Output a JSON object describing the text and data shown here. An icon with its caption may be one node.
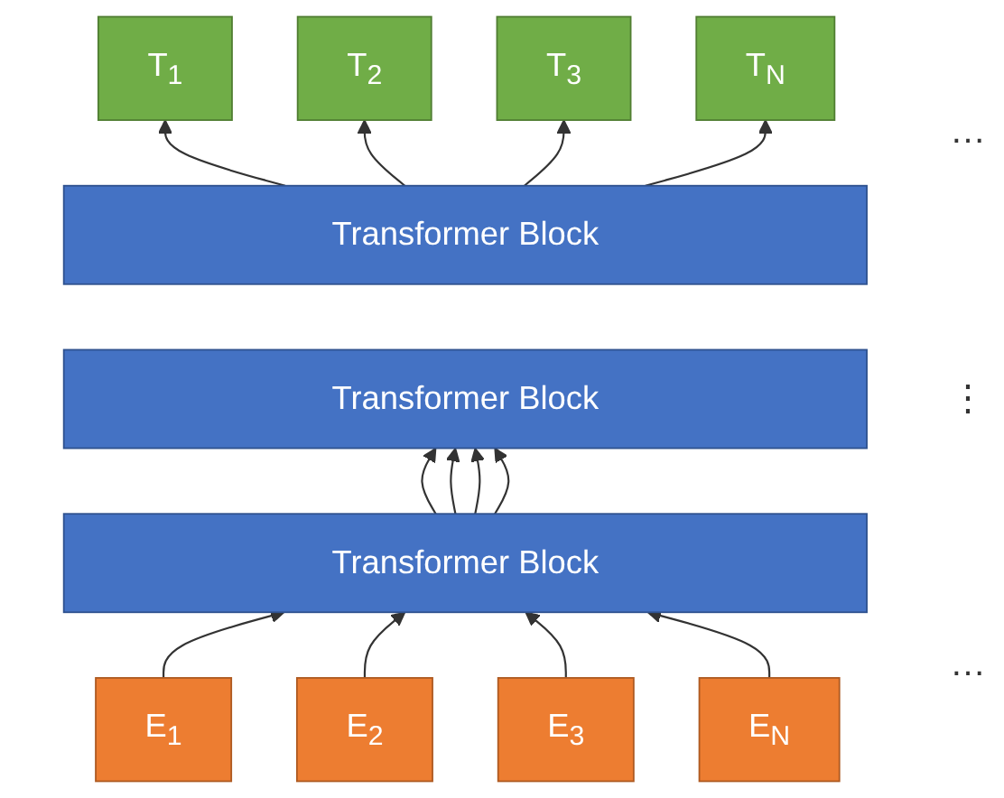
{
  "diagram": {
    "nodes": [
      {
        "text": [
          "T$_{1}$"
        ]
      },
      {
        "text": [
          "T$_{2}$"
        ]
      },
      {
        "text": [
          "T$_{3}$"
        ]
      },
      {
        "text": [
          "T$_{N}$"
        ]
      },
      {
        "text": [
          "Transformer Block"
        ]
      },
      {
        "text": [
          "Transformer Block"
        ]
      },
      {
        "text": [
          "Transformer Block"
        ]
      },
      {
        "text": [
          "E$_{1}$"
        ]
      },
      {
        "text": [
          "E$_{2}$"
        ]
      },
      {
        "text": [
          "E$_{3}$"
        ]
      },
      {
        "text": [
          "E$_{N}$"
        ]
      }
    ],
    "edges": [
      {
        "from": 7,
        "to": 6,
        "arrow": "to"
      },
      {
        "from": 8,
        "to": 6,
        "arrow": "to"
      },
      {
        "from": 9,
        "to": 6,
        "arrow": "to"
      },
      {
        "from": 10,
        "to": 6,
        "arrow": "to"
      },
      {
        "from": 6,
        "to": 5,
        "arrow": "to"
      },
      {
        "from": 6,
        "to": 5,
        "arrow": "to"
      },
      {
        "from": 6,
        "to": 5,
        "arrow": "to"
      },
      {
        "from": 6,
        "to": 5,
        "arrow": "to"
      },
      {
        "from": 4,
        "to": 0,
        "arrow": "to"
      },
      {
        "from": 4,
        "to": 1,
        "arrow": "to"
      },
      {
        "from": 4,
        "to": 2,
        "arrow": "to"
      },
      {
        "from": 4,
        "to": 3,
        "arrow": "to"
      }
    ],
    "labels": [
      "…",
      "⋮",
      "…"
    ]
  }
}
